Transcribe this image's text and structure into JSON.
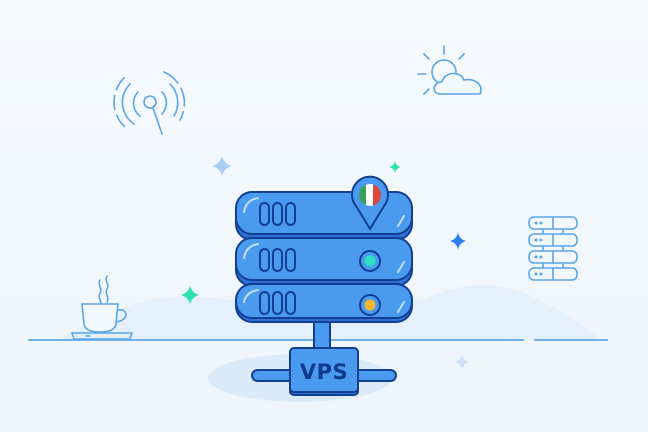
{
  "illustration": {
    "title": "VPS server Italy illustration",
    "server_label": "VPS",
    "location_flag": "italy",
    "server_units": 3,
    "status_lights": [
      "#2fe0c0",
      "#f5b731"
    ],
    "icons": [
      "antenna-signal-icon",
      "sun-cloud-icon",
      "server-rack-icon",
      "coffee-cup-icon",
      "sparkle-icon",
      "location-pin-icon"
    ],
    "colors": {
      "background": "#f3f8fd",
      "server_fill": "#4a9af0",
      "server_outline": "#123f8f",
      "line_icons": "#5ba6e8",
      "sparkle_teal": "#2fe0b0",
      "sparkle_blue": "#2f7ff0",
      "sparkle_light": "#a8cdf3",
      "flag_green": "#3aa35a",
      "flag_red": "#e0463a"
    }
  }
}
